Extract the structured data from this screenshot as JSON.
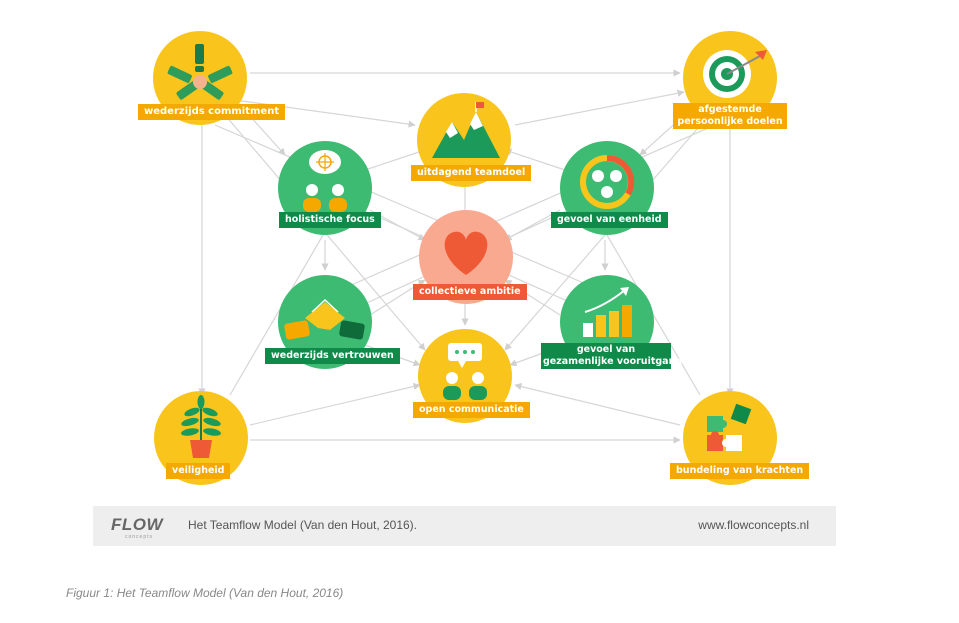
{
  "nodes": {
    "commitment": {
      "label": "wederzijds commitment",
      "icon": "hands-together-icon"
    },
    "doelen": {
      "label_line1": "afgestemde",
      "label_line2": "persoonlijke doelen",
      "icon": "target-arrow-icon"
    },
    "teamdoel": {
      "label": "uitdagend teamdoel",
      "icon": "mountain-flag-icon"
    },
    "holistisch": {
      "label": "holistische focus",
      "icon": "people-crosshair-icon"
    },
    "eenheid": {
      "label": "gevoel van eenheid",
      "icon": "people-circle-icon"
    },
    "ambitie": {
      "label": "collectieve ambitie",
      "icon": "heart-icon"
    },
    "vertrouwen": {
      "label": "wederzijds vertrouwen",
      "icon": "handshake-icon"
    },
    "vooruitgang": {
      "label_line1": "gevoel van",
      "label_line2": "gezamenlijke vooruitgang",
      "icon": "growth-chart-icon"
    },
    "communicatie": {
      "label": "open communicatie",
      "icon": "speech-bubble-icon"
    },
    "veiligheid": {
      "label": "veiligheid",
      "icon": "plant-icon"
    },
    "krachten": {
      "label": "bundeling van krachten",
      "icon": "puzzle-icon"
    }
  },
  "colors": {
    "yellow": "#f9c51c",
    "green": "#3dbb73",
    "salmon": "#f9a98f",
    "label_yellow": "#f5a800",
    "label_green": "#0f8a48",
    "label_orange": "#ee5a35",
    "connector": "#d6d6d6"
  },
  "footer": {
    "logo": "FLOW",
    "logo_sub": "concepts",
    "title": "Het Teamflow Model (Van den Hout, 2016).",
    "url": "www.flowconcepts.nl"
  },
  "caption": "Figuur 1: Het Teamflow Model (Van den Hout, 2016)"
}
